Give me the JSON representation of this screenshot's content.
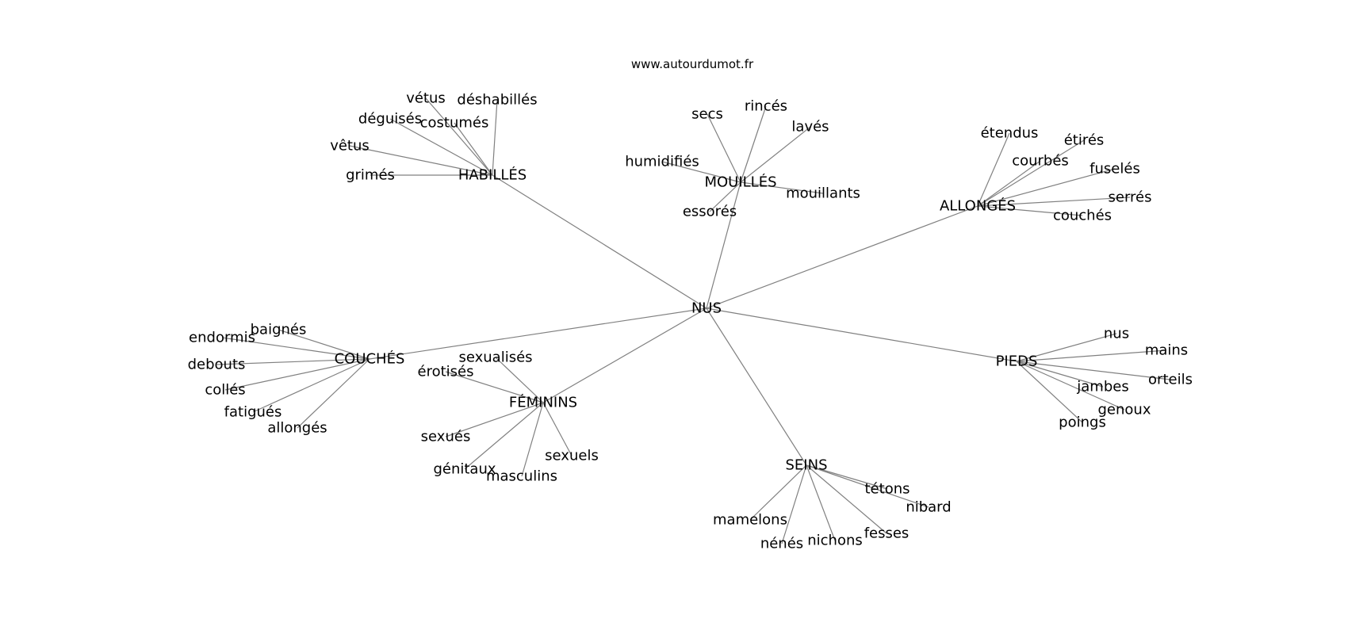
{
  "source": "www.autourdumot.fr",
  "colors": {
    "edge": "#808080",
    "text": "#000000",
    "background": "#ffffff"
  },
  "graph": {
    "center": "NUS",
    "groups": [
      {
        "id": "habilles",
        "label": "HABILLÉS",
        "children": [
          "vétus",
          "déshabillés",
          "déguisés",
          "costumés",
          "vêtus",
          "grimés"
        ]
      },
      {
        "id": "mouilles",
        "label": "MOUILLÉS",
        "children": [
          "secs",
          "rincés",
          "lavés",
          "humidifiés",
          "mouillants",
          "essorés"
        ]
      },
      {
        "id": "allonges",
        "label": "ALLONGÉS",
        "children": [
          "étendus",
          "étirés",
          "courbés",
          "fuselés",
          "serrés",
          "couchés"
        ]
      },
      {
        "id": "couches",
        "label": "COUCHÉS",
        "children": [
          "baignés",
          "endormis",
          "debouts",
          "collés",
          "fatigués",
          "allongés"
        ]
      },
      {
        "id": "feminins",
        "label": "FÉMININS",
        "children": [
          "sexualisés",
          "érotisés",
          "sexués",
          "génitaux",
          "masculins",
          "sexuels"
        ]
      },
      {
        "id": "pieds",
        "label": "PIEDS",
        "children": [
          "nus",
          "mains",
          "orteils",
          "jambes",
          "genoux",
          "poings"
        ]
      },
      {
        "id": "seins",
        "label": "SEINS",
        "children": [
          "tétons",
          "nibard",
          "mamelons",
          "nénés",
          "nichons",
          "fesses"
        ]
      }
    ]
  }
}
